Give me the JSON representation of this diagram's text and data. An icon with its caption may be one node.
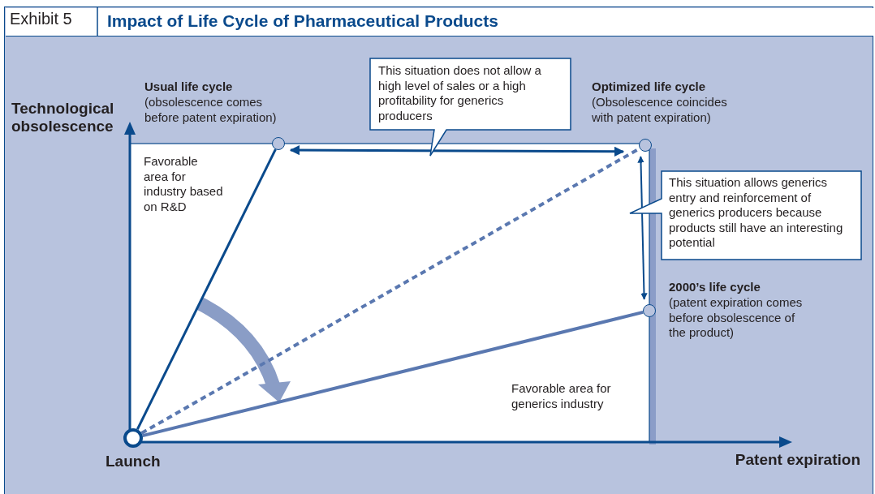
{
  "diagram": {
    "title": "Impact of Life Cycle of Pharmaceutical Products",
    "nodes": [
      {
        "text": [
          "Launch"
        ]
      },
      {
        "text": [
          "Usual life cycle",
          "(obsolescence comes before patent expiration)"
        ]
      },
      {
        "text": [
          "Optimized life cycle",
          "(Obsolescence coincides with patent expiration)"
        ]
      },
      {
        "text": [
          "2000’s life cycle",
          "(patent expiration comes before obsolescence of the product)"
        ]
      },
      {
        "text": [
          "This situation does not allow a high level of sales or a high profitability for generics producers"
        ]
      },
      {
        "text": [
          "This situation allows generics entry and reinforcement of generics producers because products still have an interesting potential"
        ]
      }
    ],
    "edges": [
      {
        "from": 0,
        "to": 1,
        "arrow": "none"
      },
      {
        "from": 0,
        "to": 2,
        "arrow": "none",
        "style": "dashed",
        "color": "#5a78b0"
      },
      {
        "from": 0,
        "to": 3,
        "arrow": "none",
        "color": "#5a78b0"
      },
      {
        "from": 1,
        "to": 2,
        "arrow": "both"
      },
      {
        "from": 2,
        "to": 3,
        "arrow": "both"
      }
    ],
    "labels": [
      "Exhibit 5",
      "Technological obsolescence",
      "Favorable area for industry based on R&D",
      "Favorable area for generics industry",
      "Patent expiration"
    ]
  }
}
